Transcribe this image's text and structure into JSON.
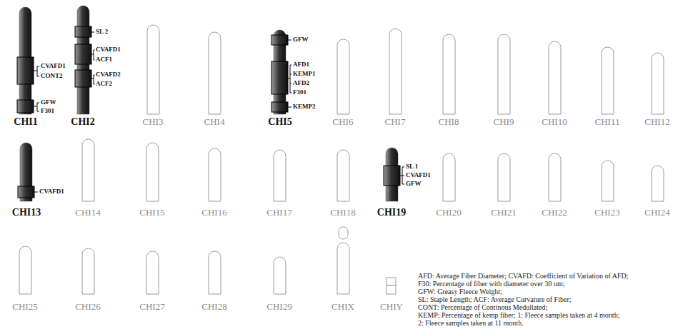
{
  "diagram": {
    "labels": [
      "CVAFD1",
      "CONT2",
      "GFW",
      "F301",
      "CHI1",
      "SL 2",
      "CVAFD1",
      "ACF1",
      "CVAFD2",
      "ACF2",
      "CHI2",
      "CHI3",
      "CHI4",
      "GFW",
      "AFD1",
      "KEMP1",
      "AFD2",
      "F301",
      "KEMP2",
      "CHI5",
      "CHI6",
      "CHI7",
      "CHI8",
      "CHI9",
      "CHI10",
      "CHI11",
      "CHI12",
      "CVAFD1",
      "CHI13",
      "CHI14",
      "CHI15",
      "CHI16",
      "CHI17",
      "CHI18",
      "SL 1",
      "CVAFD1",
      "GFW",
      "CHI19",
      "CHI20",
      "CHI21",
      "CHI22",
      "CHI23",
      "CHI24",
      "CHI25",
      "CHI26",
      "CHI27",
      "CHI28",
      "CHI29",
      "CHIX",
      "CHIY",
      "AFD: Average Fiber Diameter; CVAFD: Coefficient of Variation of AFD;",
      "F30: Percentage of fiber with diameter over 30 um;",
      "GFW: Greasy Fleece Weight;",
      "SL: Staple Length; ACF: Average Curvature of Fiber;",
      "CONT: Percentage of Continous Medullated;",
      "KEMP: Percentage of kemp fiber; 1: Fleece samples taken at 4 month;",
      "2: Fleece samples taken at 11 month."
    ]
  }
}
